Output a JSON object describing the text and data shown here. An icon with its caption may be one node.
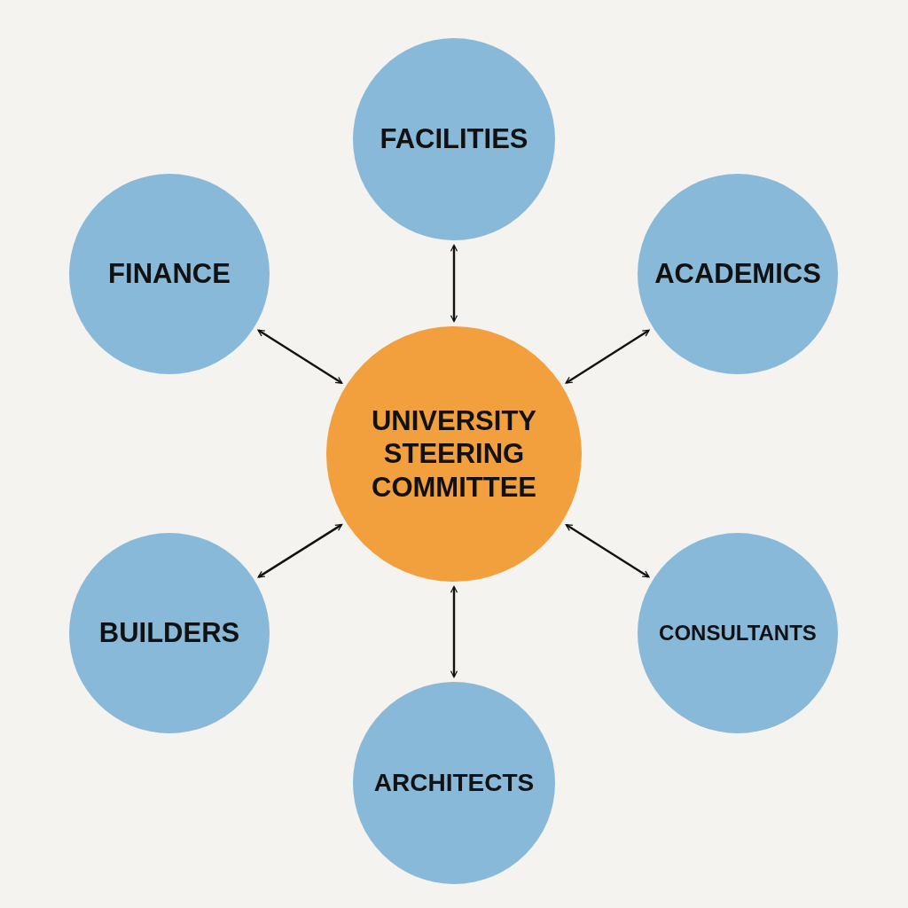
{
  "diagram": {
    "nodes": [
      {
        "text": [
          "FACILITIES"
        ]
      },
      {
        "text": [
          "FINANCE"
        ]
      },
      {
        "text": [
          "ACADEMICS"
        ]
      },
      {
        "text": [
          "UNIVERSITY STEERING COMMITTEE"
        ]
      },
      {
        "text": [
          "BUILDERS"
        ]
      },
      {
        "text": [
          "CONSULTANTS"
        ]
      },
      {
        "text": [
          "ARCHITECTS"
        ]
      }
    ],
    "edges": [
      {
        "from": 3,
        "to": 0,
        "arrow": "both"
      },
      {
        "from": 3,
        "to": 1,
        "arrow": "both"
      },
      {
        "from": 3,
        "to": 2,
        "arrow": "both"
      },
      {
        "from": 3,
        "to": 4,
        "arrow": "both"
      },
      {
        "from": 3,
        "to": 5,
        "arrow": "both"
      },
      {
        "from": 3,
        "to": 6,
        "arrow": "both"
      }
    ]
  }
}
